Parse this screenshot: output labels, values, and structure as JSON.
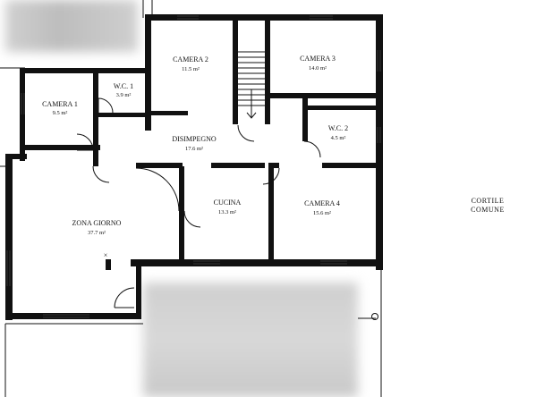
{
  "rooms": {
    "camera1": {
      "name": "CAMERA 1",
      "area": "9.5 m²"
    },
    "wc1": {
      "name": "W.C. 1",
      "area": "3.9 m²"
    },
    "camera2": {
      "name": "CAMERA 2",
      "area": "11.5 m²"
    },
    "camera3": {
      "name": "CAMERA 3",
      "area": "14.0 m²"
    },
    "wc2": {
      "name": "W.C. 2",
      "area": "4.5 m²"
    },
    "disimpegno": {
      "name": "DISIMPEGNO",
      "area": "17.6 m²"
    },
    "zona_giorno": {
      "name": "ZONA GIORNO",
      "area": "37.7 m²"
    },
    "cucina": {
      "name": "CUCINA",
      "area": "13.3 m²"
    },
    "camera4": {
      "name": "CAMERA 4",
      "area": "15.6 m²"
    }
  },
  "outside": {
    "line1": "CORTILE",
    "line2": "COMUNE"
  },
  "colors": {
    "wall": "#111111",
    "background": "#ffffff",
    "blur": "#c8c8c8"
  }
}
